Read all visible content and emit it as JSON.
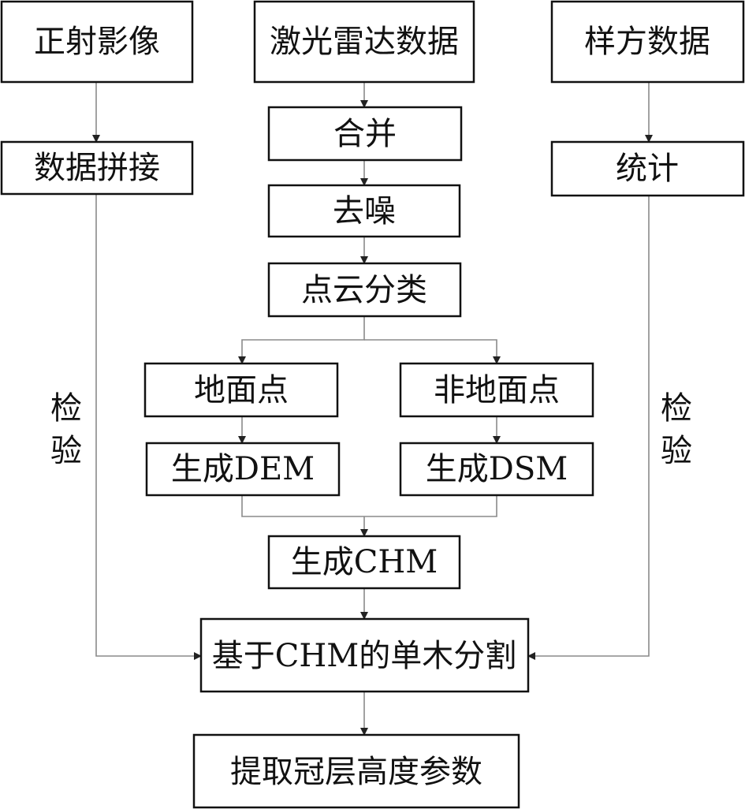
{
  "nodes": {
    "ortho": "正射影像",
    "lidar": "激光雷达数据",
    "plot": "样方数据",
    "mosaic": "数据拼接",
    "merge": "合并",
    "stats": "统计",
    "denoise": "去噪",
    "classify": "点云分类",
    "ground": "地面点",
    "nonground": "非地面点",
    "dem": "生成DEM",
    "dsm": "生成DSM",
    "chm": "生成CHM",
    "segment": "基于CHM的单木分割",
    "extract": "提取冠层高度参数"
  },
  "side_labels": {
    "left": [
      "检",
      "验"
    ],
    "right": [
      "检",
      "验"
    ]
  }
}
